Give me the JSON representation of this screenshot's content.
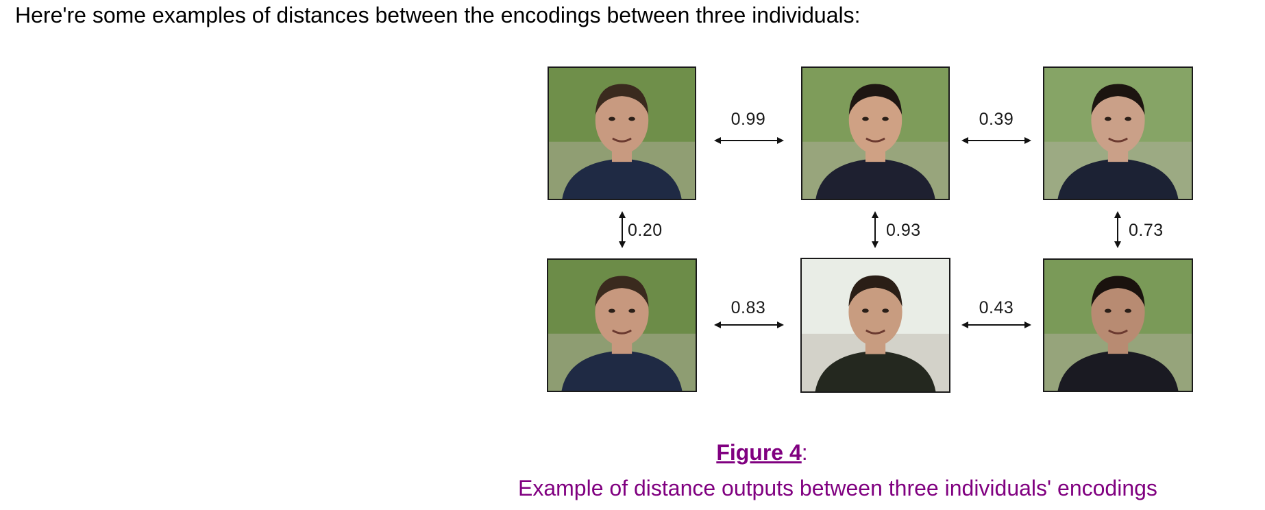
{
  "intro_text": "Here're some examples of distances between the encodings between three individuals:",
  "figure": {
    "photos": [
      {
        "name": "photo-person1-top",
        "bg": "#6f8f4a",
        "skin": "#c89a80",
        "shirt": "#1f2a44",
        "hair": "#3a2a1e"
      },
      {
        "name": "photo-person2-top",
        "bg": "#7e9c5a",
        "skin": "#cfa184",
        "shirt": "#1e2030",
        "hair": "#1e1612"
      },
      {
        "name": "photo-person3-top",
        "bg": "#86a466",
        "skin": "#caa088",
        "shirt": "#1c2234",
        "hair": "#1c1410"
      },
      {
        "name": "photo-person1-bottom",
        "bg": "#6c8c48",
        "skin": "#c7987e",
        "shirt": "#1f2a44",
        "hair": "#3a2a1e"
      },
      {
        "name": "photo-person2-bottom",
        "bg": "#e9ede6",
        "skin": "#c89c80",
        "shirt": "#24281f",
        "hair": "#2a1e16"
      },
      {
        "name": "photo-person3-bottom",
        "bg": "#7a9a58",
        "skin": "#b88b72",
        "shirt": "#1a1a22",
        "hair": "#1a120e"
      }
    ],
    "distances": {
      "top_left_middle": "0.99",
      "top_middle_right": "0.39",
      "left_vertical": "0.20",
      "middle_vertical": "0.93",
      "right_vertical": "0.73",
      "bottom_left_middle": "0.83",
      "bottom_middle_right": "0.43"
    }
  },
  "caption": {
    "fig_ref": "Figure 4",
    "colon": ":",
    "text": "Example of distance outputs between three individuals' encodings"
  },
  "colors": {
    "caption": "#800080",
    "arrow": "#111111"
  }
}
